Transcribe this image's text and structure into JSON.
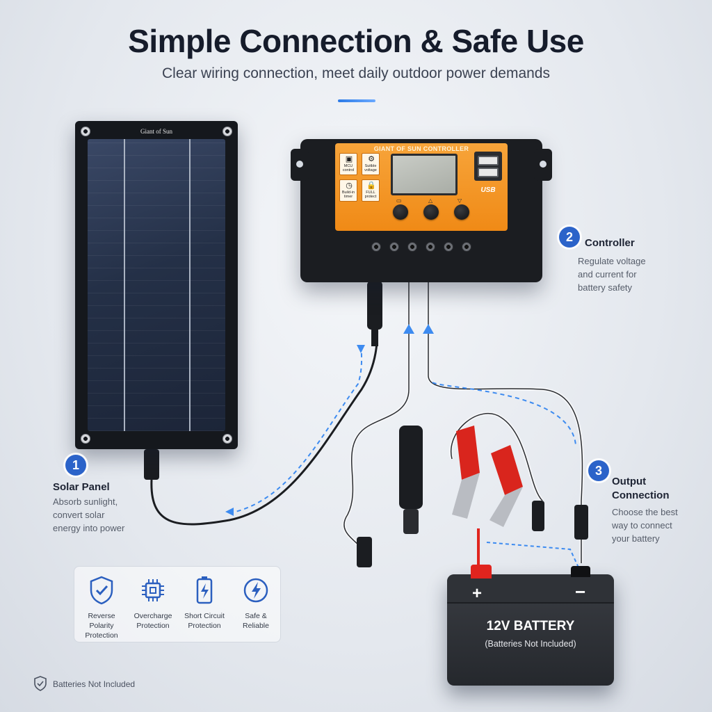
{
  "header": {
    "title": "Simple Connection & Safe Use",
    "subtitle": "Clear wiring connection, meet daily outdoor power demands"
  },
  "solar_panel": {
    "brand": "Giant of Sun"
  },
  "controller": {
    "brand": "GIANT OF SUN CONTROLLER",
    "features": [
      {
        "icon": "chip-icon",
        "label": "MCU control"
      },
      {
        "icon": "gear-icon",
        "label": "Suitble voltage"
      },
      {
        "icon": "clock-icon",
        "label": "Build-in timer"
      },
      {
        "icon": "lock-icon",
        "label": "FULL protect"
      }
    ],
    "usb_label": "USB"
  },
  "callouts": [
    {
      "number": "1",
      "title": "Solar Panel",
      "description": [
        "Absorb sunlight,",
        "convert solar",
        "energy into power"
      ]
    },
    {
      "number": "2",
      "title": "Controller",
      "description": [
        "Regulate voltage",
        "and current for",
        "battery safety"
      ]
    },
    {
      "number": "3",
      "title": [
        "Output",
        "Connection"
      ],
      "description": [
        "Choose the best",
        "way to connect",
        "your battery"
      ]
    }
  ],
  "battery": {
    "title": "12V BATTERY",
    "note": "(Batteries Not Included)",
    "positive_symbol": "+",
    "negative_symbol": "−"
  },
  "features": [
    {
      "icon": "shield-check-icon",
      "label": [
        "Reverse Polarity",
        "Protection"
      ]
    },
    {
      "icon": "chip-icon",
      "label": [
        "Overcharge",
        "Protection"
      ]
    },
    {
      "icon": "battery-bolt-icon",
      "label": [
        "Short Circuit",
        "Protection"
      ]
    },
    {
      "icon": "bolt-icon",
      "label": [
        "Safe &",
        "Reliable"
      ]
    }
  ],
  "footer": {
    "note": "Batteries Not Included",
    "icon": "shield-check-icon"
  },
  "colors": {
    "accent_blue": "#2b63c9",
    "controller_orange": "#f08a16",
    "battery_red": "#e0241e"
  }
}
